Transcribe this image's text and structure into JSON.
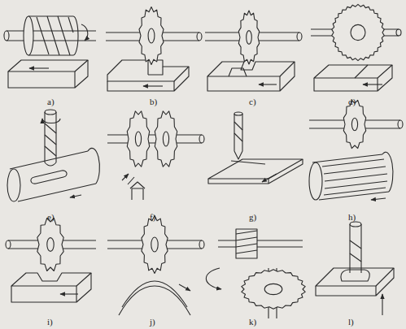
{
  "diagram": {
    "labels": [
      "a)",
      "b)",
      "c)",
      "d)",
      "e)",
      "f)",
      "g)",
      "h)",
      "i)",
      "j)",
      "k)",
      "l)"
    ]
  }
}
